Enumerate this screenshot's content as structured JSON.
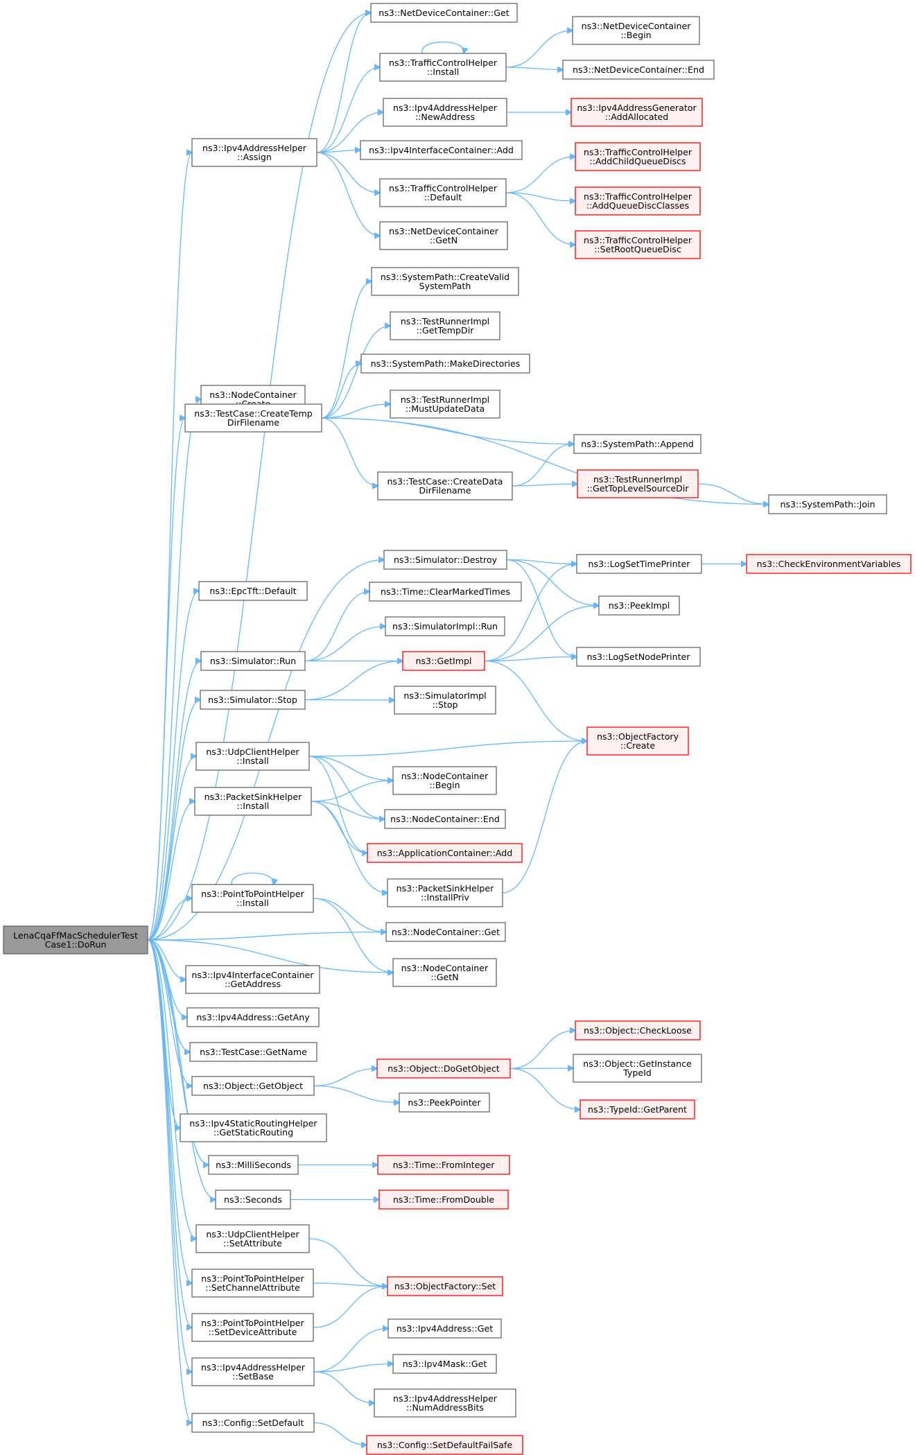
{
  "diagram": {
    "type": "call-graph",
    "colors": {
      "edge": "#63b8ff",
      "root_fill": "#999999",
      "node_border": "#666666",
      "red_border": "#ff0000",
      "red_fill": "#fff0f0"
    },
    "nodes": [
      {
        "id": "root",
        "lines": [
          "LenaCqaFfMacSchedulerTest",
          "Case1::DoRun"
        ],
        "style": "root"
      },
      {
        "id": "ndc_get",
        "lines": [
          "ns3::NetDeviceContainer::Get"
        ]
      },
      {
        "id": "tch_install",
        "lines": [
          "ns3::TrafficControlHelper",
          "::Install"
        ]
      },
      {
        "id": "ndc_begin",
        "lines": [
          "ns3::NetDeviceContainer",
          "::Begin"
        ]
      },
      {
        "id": "ndc_end",
        "lines": [
          "ns3::NetDeviceContainer::End"
        ]
      },
      {
        "id": "ipv4ah_newaddr",
        "lines": [
          "ns3::Ipv4AddressHelper",
          "::NewAddress"
        ]
      },
      {
        "id": "ipv4ag_addalloc",
        "lines": [
          "ns3::Ipv4AddressGenerator",
          "::AddAllocated"
        ],
        "style": "red"
      },
      {
        "id": "ipv4ah_assign",
        "lines": [
          "ns3::Ipv4AddressHelper",
          "::Assign"
        ]
      },
      {
        "id": "ipv4ic_add",
        "lines": [
          "ns3::Ipv4InterfaceContainer::Add"
        ]
      },
      {
        "id": "tch_addchild",
        "lines": [
          "ns3::TrafficControlHelper",
          "::AddChildQueueDiscs"
        ],
        "style": "red"
      },
      {
        "id": "tch_default",
        "lines": [
          "ns3::TrafficControlHelper",
          "::Default"
        ]
      },
      {
        "id": "tch_addqdc",
        "lines": [
          "ns3::TrafficControlHelper",
          "::AddQueueDiscClasses"
        ],
        "style": "red"
      },
      {
        "id": "ndc_getn",
        "lines": [
          "ns3::NetDeviceContainer",
          "::GetN"
        ]
      },
      {
        "id": "tch_setroot",
        "lines": [
          "ns3::TrafficControlHelper",
          "::SetRootQueueDisc"
        ],
        "style": "red"
      },
      {
        "id": "sp_createvalid",
        "lines": [
          "ns3::SystemPath::CreateValid",
          "SystemPath"
        ]
      },
      {
        "id": "tri_gettemp",
        "lines": [
          "ns3::TestRunnerImpl",
          "::GetTempDir"
        ]
      },
      {
        "id": "sp_makedirs",
        "lines": [
          "ns3::SystemPath::MakeDirectories"
        ]
      },
      {
        "id": "nc_create",
        "lines": [
          "ns3::NodeContainer",
          "::Create"
        ]
      },
      {
        "id": "tri_mustupdate",
        "lines": [
          "ns3::TestRunnerImpl",
          "::MustUpdateData"
        ]
      },
      {
        "id": "tc_createtemp",
        "lines": [
          "ns3::TestCase::CreateTemp",
          "DirFilename"
        ]
      },
      {
        "id": "sp_append",
        "lines": [
          "ns3::SystemPath::Append"
        ]
      },
      {
        "id": "tc_createdata",
        "lines": [
          "ns3::TestCase::CreateData",
          "DirFilename"
        ]
      },
      {
        "id": "tri_gettoplevel",
        "lines": [
          "ns3::TestRunnerImpl",
          "::GetTopLevelSourceDir"
        ],
        "style": "red"
      },
      {
        "id": "sp_join",
        "lines": [
          "ns3::SystemPath::Join"
        ]
      },
      {
        "id": "sim_destroy",
        "lines": [
          "ns3::Simulator::Destroy"
        ]
      },
      {
        "id": "logsettime",
        "lines": [
          "ns3::LogSetTimePrinter"
        ]
      },
      {
        "id": "checkenv",
        "lines": [
          "ns3::CheckEnvironmentVariables"
        ],
        "style": "red"
      },
      {
        "id": "epctft_default",
        "lines": [
          "ns3::EpcTft::Default"
        ]
      },
      {
        "id": "time_clearmarked",
        "lines": [
          "ns3::Time::ClearMarkedTimes"
        ]
      },
      {
        "id": "peekimpl",
        "lines": [
          "ns3::PeekImpl"
        ]
      },
      {
        "id": "simimpl_run",
        "lines": [
          "ns3::SimulatorImpl::Run"
        ]
      },
      {
        "id": "sim_run",
        "lines": [
          "ns3::Simulator::Run"
        ]
      },
      {
        "id": "getimpl",
        "lines": [
          "ns3::GetImpl"
        ],
        "style": "red"
      },
      {
        "id": "logsetnode",
        "lines": [
          "ns3::LogSetNodePrinter"
        ]
      },
      {
        "id": "sim_stop",
        "lines": [
          "ns3::Simulator::Stop"
        ]
      },
      {
        "id": "simimpl_stop",
        "lines": [
          "ns3::SimulatorImpl",
          "::Stop"
        ]
      },
      {
        "id": "udpch_install",
        "lines": [
          "ns3::UdpClientHelper",
          "::Install"
        ]
      },
      {
        "id": "of_create",
        "lines": [
          "ns3::ObjectFactory",
          "::Create"
        ],
        "style": "red"
      },
      {
        "id": "nc_begin",
        "lines": [
          "ns3::NodeContainer",
          "::Begin"
        ]
      },
      {
        "id": "psh_install",
        "lines": [
          "ns3::PacketSinkHelper",
          "::Install"
        ]
      },
      {
        "id": "nc_end",
        "lines": [
          "ns3::NodeContainer::End"
        ]
      },
      {
        "id": "appc_add",
        "lines": [
          "ns3::ApplicationContainer::Add"
        ],
        "style": "red"
      },
      {
        "id": "psh_installpriv",
        "lines": [
          "ns3::PacketSinkHelper",
          "::InstallPriv"
        ]
      },
      {
        "id": "p2p_install",
        "lines": [
          "ns3::PointToPointHelper",
          "::Install"
        ]
      },
      {
        "id": "nc_get",
        "lines": [
          "ns3::NodeContainer::Get"
        ]
      },
      {
        "id": "nc_getn",
        "lines": [
          "ns3::NodeContainer",
          "::GetN"
        ]
      },
      {
        "id": "ipv4ic_getaddr",
        "lines": [
          "ns3::Ipv4InterfaceContainer",
          "::GetAddress"
        ]
      },
      {
        "id": "ipv4a_getany",
        "lines": [
          "ns3::Ipv4Address::GetAny"
        ]
      },
      {
        "id": "tc_getname",
        "lines": [
          "ns3::TestCase::GetName"
        ]
      },
      {
        "id": "obj_checkloose",
        "lines": [
          "ns3::Object::CheckLoose"
        ],
        "style": "red"
      },
      {
        "id": "obj_dogetobject",
        "lines": [
          "ns3::Object::DoGetObject"
        ],
        "style": "red"
      },
      {
        "id": "obj_getinstance",
        "lines": [
          "ns3::Object::GetInstance",
          "TypeId"
        ]
      },
      {
        "id": "obj_getobject",
        "lines": [
          "ns3::Object::GetObject"
        ]
      },
      {
        "id": "typeid_getparent",
        "lines": [
          "ns3::TypeId::GetParent"
        ],
        "style": "red"
      },
      {
        "id": "peekpointer",
        "lines": [
          "ns3::PeekPointer"
        ]
      },
      {
        "id": "ipv4srh_getstatic",
        "lines": [
          "ns3::Ipv4StaticRoutingHelper",
          "::GetStaticRouting"
        ]
      },
      {
        "id": "millis",
        "lines": [
          "ns3::MilliSeconds"
        ]
      },
      {
        "id": "time_frominteger",
        "lines": [
          "ns3::Time::FromInteger"
        ],
        "style": "red"
      },
      {
        "id": "seconds",
        "lines": [
          "ns3::Seconds"
        ]
      },
      {
        "id": "time_fromdouble",
        "lines": [
          "ns3::Time::FromDouble"
        ],
        "style": "red"
      },
      {
        "id": "udpch_setattr",
        "lines": [
          "ns3::UdpClientHelper",
          "::SetAttribute"
        ]
      },
      {
        "id": "p2p_setchannel",
        "lines": [
          "ns3::PointToPointHelper",
          "::SetChannelAttribute"
        ]
      },
      {
        "id": "of_set",
        "lines": [
          "ns3::ObjectFactory::Set"
        ],
        "style": "red"
      },
      {
        "id": "p2p_setdevice",
        "lines": [
          "ns3::PointToPointHelper",
          "::SetDeviceAttribute"
        ]
      },
      {
        "id": "ipv4a_get",
        "lines": [
          "ns3::Ipv4Address::Get"
        ]
      },
      {
        "id": "ipv4ah_setbase",
        "lines": [
          "ns3::Ipv4AddressHelper",
          "::SetBase"
        ]
      },
      {
        "id": "ipv4m_get",
        "lines": [
          "ns3::Ipv4Mask::Get"
        ]
      },
      {
        "id": "ipv4ah_numbits",
        "lines": [
          "ns3::Ipv4AddressHelper",
          "::NumAddressBits"
        ]
      },
      {
        "id": "config_setdefault",
        "lines": [
          "ns3::Config::SetDefault"
        ]
      },
      {
        "id": "config_setdefaultfailsafe",
        "lines": [
          "ns3::Config::SetDefaultFailSafe"
        ],
        "style": "red"
      }
    ],
    "edges": [
      [
        "root",
        "ndc_get"
      ],
      [
        "root",
        "ipv4ah_assign"
      ],
      [
        "root",
        "nc_create"
      ],
      [
        "root",
        "tc_createtemp"
      ],
      [
        "root",
        "epctft_default"
      ],
      [
        "root",
        "sim_destroy"
      ],
      [
        "root",
        "sim_run"
      ],
      [
        "root",
        "sim_stop"
      ],
      [
        "root",
        "udpch_install"
      ],
      [
        "root",
        "psh_install"
      ],
      [
        "root",
        "nc_get"
      ],
      [
        "root",
        "p2p_install"
      ],
      [
        "root",
        "nc_getn"
      ],
      [
        "root",
        "ipv4ic_getaddr"
      ],
      [
        "root",
        "ipv4a_getany"
      ],
      [
        "root",
        "tc_getname"
      ],
      [
        "root",
        "obj_getobject"
      ],
      [
        "root",
        "ipv4srh_getstatic"
      ],
      [
        "root",
        "millis"
      ],
      [
        "root",
        "seconds"
      ],
      [
        "root",
        "udpch_setattr"
      ],
      [
        "root",
        "p2p_setchannel"
      ],
      [
        "root",
        "p2p_setdevice"
      ],
      [
        "root",
        "ipv4ah_setbase"
      ],
      [
        "root",
        "config_setdefault"
      ],
      [
        "ipv4ah_assign",
        "ndc_get"
      ],
      [
        "ipv4ah_assign",
        "tch_install"
      ],
      [
        "ipv4ah_assign",
        "ipv4ah_newaddr"
      ],
      [
        "ipv4ah_assign",
        "ipv4ic_add"
      ],
      [
        "ipv4ah_assign",
        "tch_default"
      ],
      [
        "ipv4ah_assign",
        "ndc_getn"
      ],
      [
        "tch_install",
        "tch_install"
      ],
      [
        "tch_install",
        "ndc_begin"
      ],
      [
        "tch_install",
        "ndc_end"
      ],
      [
        "ipv4ah_newaddr",
        "ipv4ag_addalloc"
      ],
      [
        "tch_default",
        "tch_addchild"
      ],
      [
        "tch_default",
        "tch_addqdc"
      ],
      [
        "tch_default",
        "tch_setroot"
      ],
      [
        "tc_createtemp",
        "sp_createvalid"
      ],
      [
        "tc_createtemp",
        "tri_gettemp"
      ],
      [
        "tc_createtemp",
        "sp_makedirs"
      ],
      [
        "tc_createtemp",
        "tri_mustupdate"
      ],
      [
        "tc_createtemp",
        "sp_append"
      ],
      [
        "tc_createtemp",
        "tc_createdata"
      ],
      [
        "tc_createtemp",
        "sp_join"
      ],
      [
        "tc_createdata",
        "sp_append"
      ],
      [
        "tc_createdata",
        "tri_gettoplevel"
      ],
      [
        "tri_gettoplevel",
        "sp_join"
      ],
      [
        "sim_destroy",
        "logsettime"
      ],
      [
        "sim_destroy",
        "peekimpl"
      ],
      [
        "sim_destroy",
        "logsetnode"
      ],
      [
        "logsettime",
        "checkenv"
      ],
      [
        "sim_run",
        "time_clearmarked"
      ],
      [
        "sim_run",
        "simimpl_run"
      ],
      [
        "sim_run",
        "getimpl"
      ],
      [
        "getimpl",
        "logsettime"
      ],
      [
        "getimpl",
        "peekimpl"
      ],
      [
        "getimpl",
        "logsetnode"
      ],
      [
        "getimpl",
        "of_create"
      ],
      [
        "sim_stop",
        "getimpl"
      ],
      [
        "sim_stop",
        "simimpl_stop"
      ],
      [
        "udpch_install",
        "of_create"
      ],
      [
        "udpch_install",
        "nc_begin"
      ],
      [
        "udpch_install",
        "nc_end"
      ],
      [
        "udpch_install",
        "appc_add"
      ],
      [
        "psh_install",
        "nc_begin"
      ],
      [
        "psh_install",
        "nc_end"
      ],
      [
        "psh_install",
        "appc_add"
      ],
      [
        "psh_install",
        "psh_installpriv"
      ],
      [
        "psh_installpriv",
        "of_create"
      ],
      [
        "p2p_install",
        "p2p_install"
      ],
      [
        "p2p_install",
        "nc_get"
      ],
      [
        "p2p_install",
        "nc_getn"
      ],
      [
        "obj_getobject",
        "obj_dogetobject"
      ],
      [
        "obj_getobject",
        "peekpointer"
      ],
      [
        "obj_dogetobject",
        "obj_checkloose"
      ],
      [
        "obj_dogetobject",
        "obj_getinstance"
      ],
      [
        "obj_dogetobject",
        "typeid_getparent"
      ],
      [
        "millis",
        "time_frominteger"
      ],
      [
        "seconds",
        "time_fromdouble"
      ],
      [
        "udpch_setattr",
        "of_set"
      ],
      [
        "p2p_setchannel",
        "of_set"
      ],
      [
        "p2p_setdevice",
        "of_set"
      ],
      [
        "ipv4ah_setbase",
        "ipv4a_get"
      ],
      [
        "ipv4ah_setbase",
        "ipv4m_get"
      ],
      [
        "ipv4ah_setbase",
        "ipv4ah_numbits"
      ],
      [
        "config_setdefault",
        "config_setdefaultfailsafe"
      ]
    ]
  }
}
